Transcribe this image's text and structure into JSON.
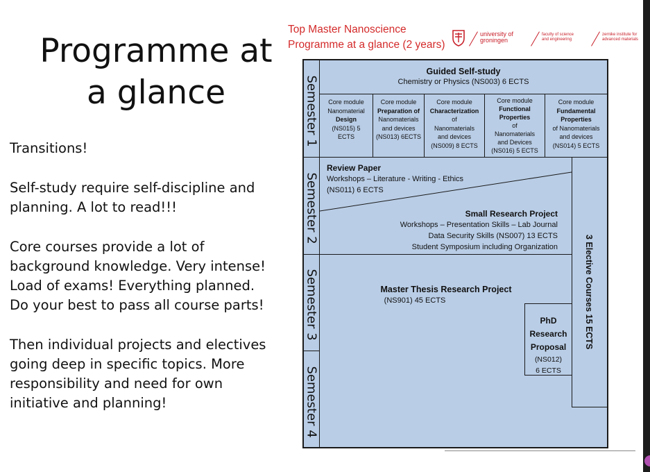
{
  "slide": {
    "title_l1": "Programme at",
    "title_l2": "a glance",
    "p1": "Transitions!",
    "p2_l1": "Self-study require self-discipline and",
    "p2_l2": "planning. A lot to read!!!",
    "p3_l1": "Core courses provide a lot of",
    "p3_l2": "background knowledge. Very intense!",
    "p3_l3": "Load of exams! Everything planned.",
    "p3_l4": "Do your best to pass all course parts!",
    "p4_l1": "Then individual projects and electives",
    "p4_l2": "going deep in specific topics. More",
    "p4_l3": "responsibility and need for own",
    "p4_l4": "initiative and planning!"
  },
  "header": {
    "line1": "Top Master Nanoscience",
    "line2": "Programme at a glance (2 years)",
    "logo1_l1": "university of",
    "logo1_l2": "groningen",
    "logo2_l1": "faculty of science",
    "logo2_l2": "and engineering",
    "logo3_l1": "zernike institute for",
    "logo3_l2": "advanced materials"
  },
  "semesters": [
    "Semester 1",
    "Semester 2",
    "Semester 3",
    "Semester 4"
  ],
  "guided": {
    "title": "Guided Self-study",
    "sub": "Chemistry or Physics (NS003) 6 ECTS"
  },
  "modules": [
    {
      "l1": "Core module",
      "l2": "Nanomaterial",
      "l3": "Design",
      "l4": "(NS015) 5",
      "l5": "ECTS",
      "l6": ""
    },
    {
      "l1": "Core module",
      "l2": "Preparation of",
      "l3": "Nanomaterials",
      "l4": "and devices",
      "l5": "(NS013) 6ECTS",
      "l6": ""
    },
    {
      "l1": "Core module",
      "l2": "Characterization",
      "l3": "of",
      "l4": "Nanomaterials",
      "l5": "and devices",
      "l6": "(NS009) 8 ECTS"
    },
    {
      "l1": "Core module",
      "l2": "Functional",
      "l3": "Properties",
      "l4": "of",
      "l5": "Nanomaterials",
      "l6": "and Devices",
      "l7": "(NS016) 5 ECTS"
    },
    {
      "l1": "Core module",
      "l2": "Fundamental",
      "l3": "Properties",
      "l4": "of Nanomaterials",
      "l5": "and devices",
      "l6": "(NS014) 5 ECTS"
    }
  ],
  "review": {
    "title": "Review Paper",
    "l1": "Workshops – Literature - Writing - Ethics",
    "l2": "(NS011) 6 ECTS"
  },
  "small": {
    "title": "Small Research Project",
    "l1": "Workshops – Presentation Skills  – Lab Journal",
    "l2": "Data Security Skills  (NS007) 13 ECTS",
    "l3": "Student Symposium including Organization"
  },
  "thesis": {
    "title": "Master Thesis Research Project",
    "l1": "(NS901) 45 ECTS"
  },
  "phd": {
    "l1": "PhD",
    "l2": "Research",
    "l3": "Proposal",
    "l4": "(NS012)",
    "l5": "6 ECTS"
  },
  "elective": "3 Elective Courses 15 ECTS"
}
